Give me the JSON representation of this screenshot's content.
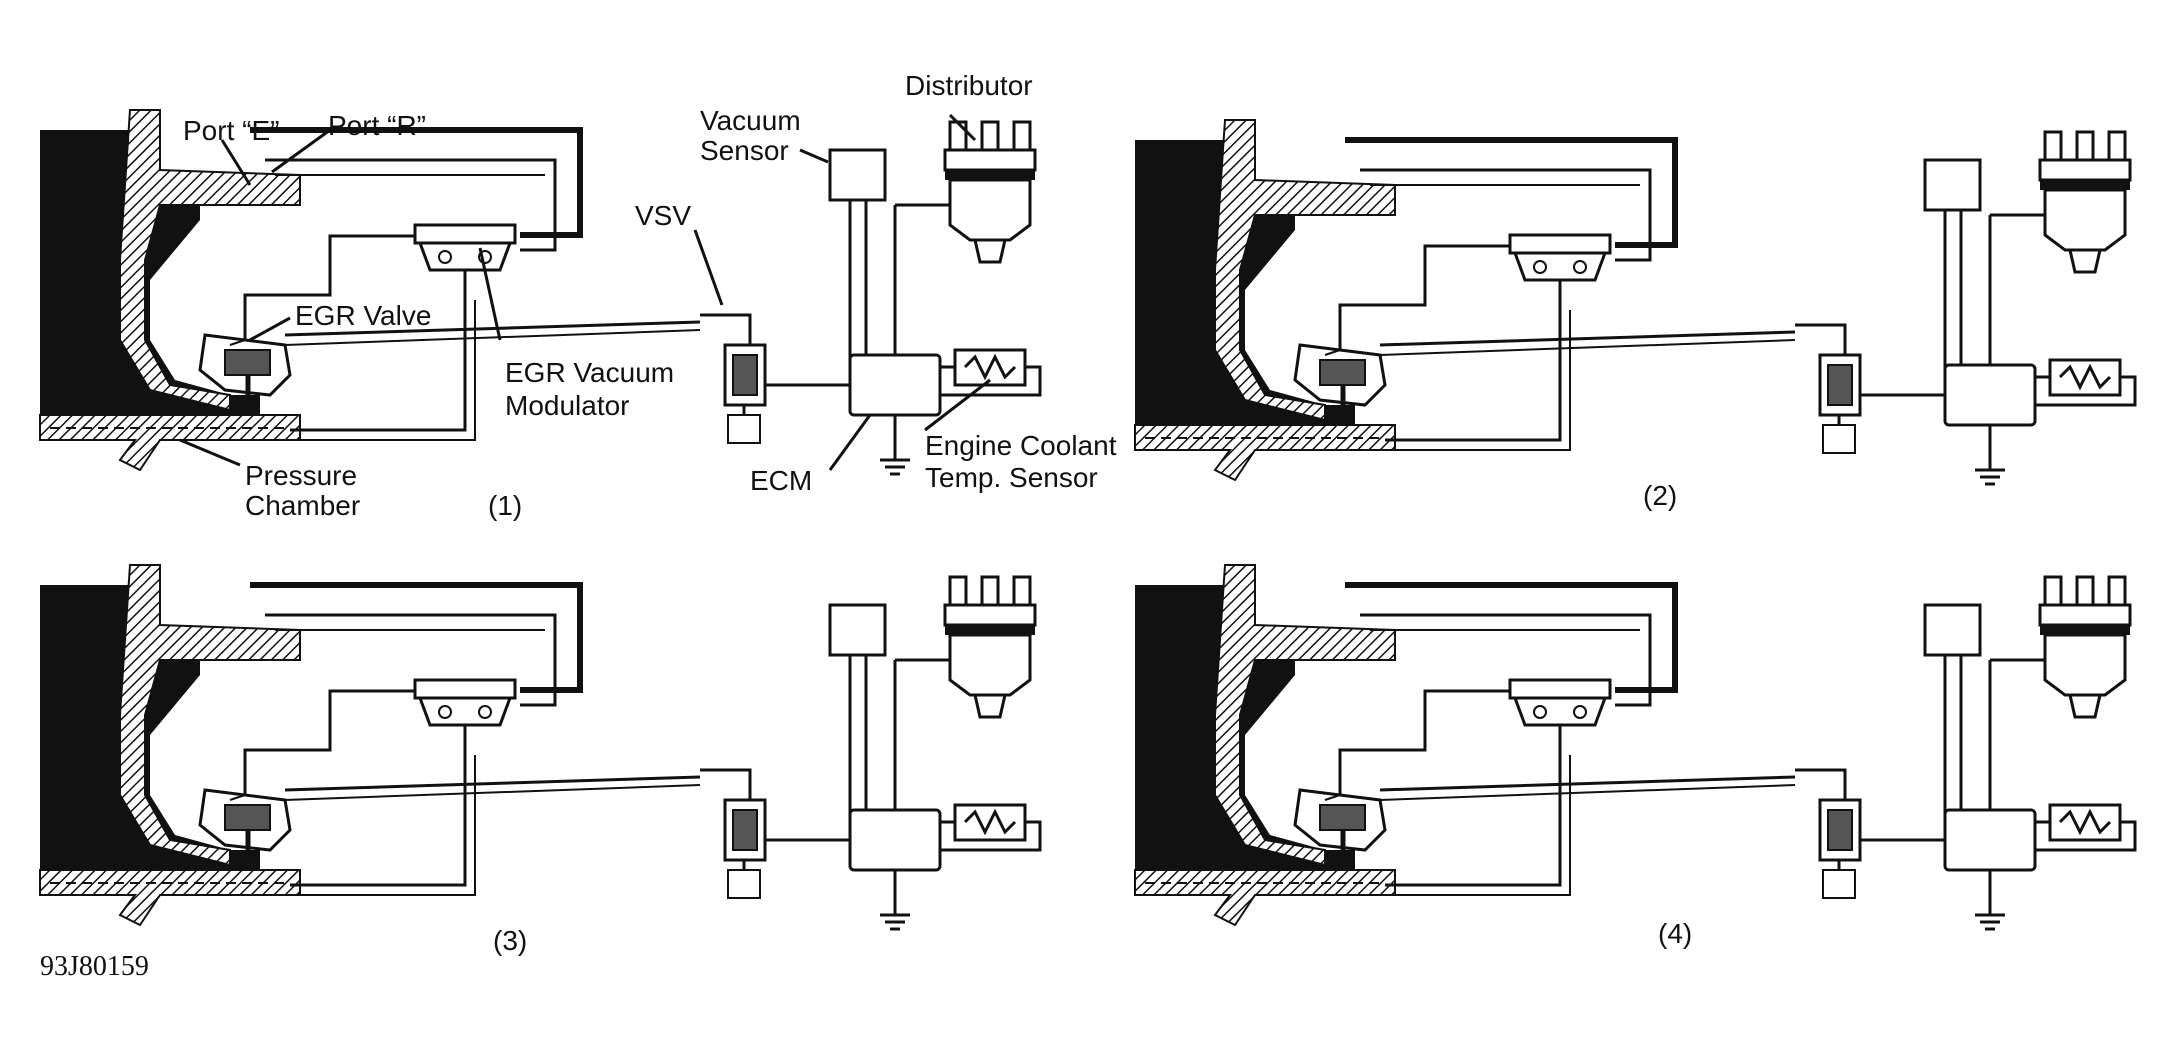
{
  "labels": {
    "port_e": "Port “E”",
    "port_r": "Port “R”",
    "vacuum_sensor_l1": "Vacuum",
    "vacuum_sensor_l2": "Sensor",
    "distributor": "Distributor",
    "vsv": "VSV",
    "egr_valve": "EGR Valve",
    "egr_vacuum_modulator_l1": "EGR Vacuum",
    "egr_vacuum_modulator_l2": "Modulator",
    "pressure_chamber_l1": "Pressure",
    "pressure_chamber_l2": "Chamber",
    "ecm": "ECM",
    "engine_coolant_l1": "Engine Coolant",
    "engine_coolant_l2": "Temp. Sensor"
  },
  "panels": [
    {
      "id": "1",
      "caption": "(1)"
    },
    {
      "id": "2",
      "caption": "(2)"
    },
    {
      "id": "3",
      "caption": "(3)"
    },
    {
      "id": "4",
      "caption": "(4)"
    }
  ],
  "figure_code": "93J80159",
  "colors": {
    "ink": "#111111",
    "paper": "#ffffff"
  }
}
